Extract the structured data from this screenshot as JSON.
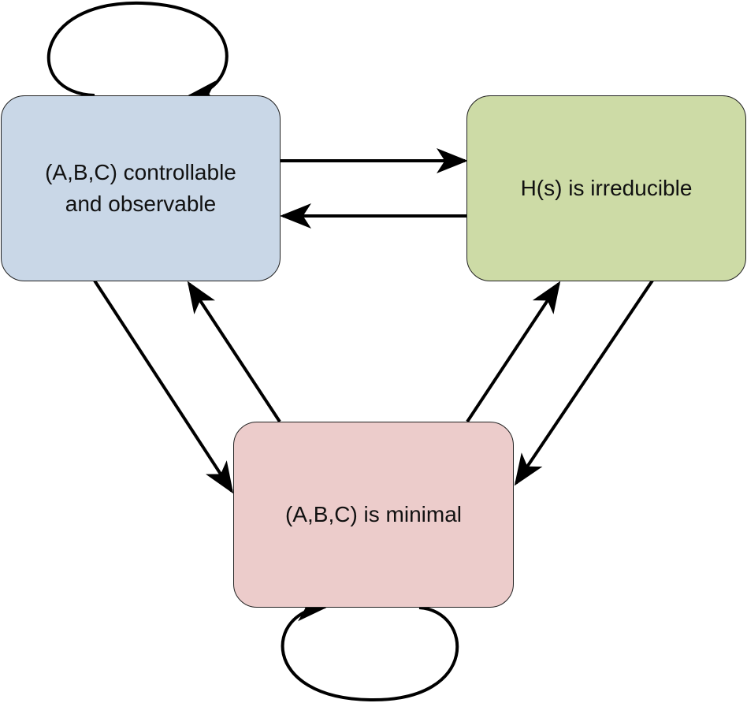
{
  "nodes": {
    "controllable_observable": {
      "line1": "(A,B,C) controllable",
      "line2": "and observable",
      "color": "#c9d7e7"
    },
    "irreducible": {
      "label": "H(s) is irreducible",
      "color": "#cddba6"
    },
    "minimal": {
      "label": "(A,B,C) is minimal",
      "color": "#eccccb"
    }
  },
  "edges": [
    {
      "from": "controllable_observable",
      "to": "controllable_observable"
    },
    {
      "from": "controllable_observable",
      "to": "irreducible"
    },
    {
      "from": "irreducible",
      "to": "controllable_observable"
    },
    {
      "from": "controllable_observable",
      "to": "minimal"
    },
    {
      "from": "minimal",
      "to": "controllable_observable"
    },
    {
      "from": "minimal",
      "to": "irreducible"
    },
    {
      "from": "irreducible",
      "to": "minimal"
    },
    {
      "from": "minimal",
      "to": "minimal"
    }
  ]
}
